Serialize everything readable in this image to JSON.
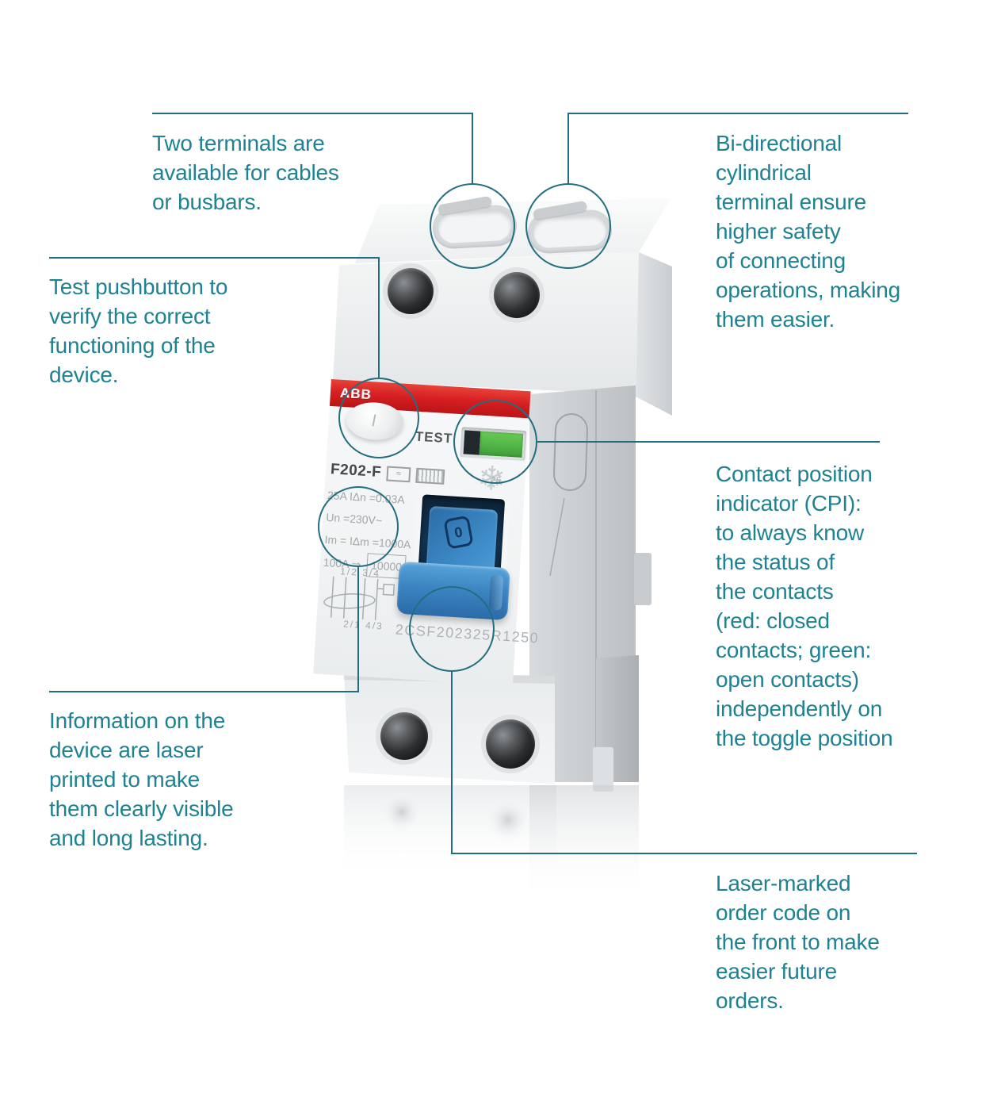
{
  "annotations": {
    "two_terminals": "Two terminals are\navailable for cables\nor busbars.",
    "bidirectional": "Bi-directional\ncylindrical\nterminal ensure\nhigher safety\nof connecting\noperations, making\nthem easier.",
    "test_pushbutton": "Test pushbutton to\nverify the correct\nfunctioning of the\ndevice.",
    "cpi": "Contact position\nindicator (CPI):\nto always know\nthe status of\nthe contacts\n(red: closed\ncontacts; green:\nopen contacts)\nindependently on\nthe toggle position",
    "laser_info": "Information on the\ndevice are laser\nprinted to make\nthem clearly visible\nand long lasting.",
    "laser_code": "Laser-marked\norder code on\nthe front to make\neasier future\norders."
  },
  "device": {
    "brand": "ABB",
    "test_label": "TEST",
    "model": "F202-F",
    "rating_line1": "25A  IΔn =0.03A",
    "rating_line2": "Un =230V~",
    "rating_line3": "Im = IΔm =1000A",
    "rating_line4_prefix": "100A ⇒",
    "rating_line4_box": "10000",
    "pole_marks_top": "1/2 3/4",
    "pole_marks_bottom": "2/1 4/3",
    "toggle_position_label": "0",
    "climate_mark": "25",
    "order_code": "2CSF202325R1250"
  },
  "colors": {
    "callout_teal": "#1e8292",
    "callout_line": "#226e80",
    "abb_red": "#d61f22",
    "cpi_green": "#52b548",
    "toggle_blue": "#3c85c2"
  }
}
